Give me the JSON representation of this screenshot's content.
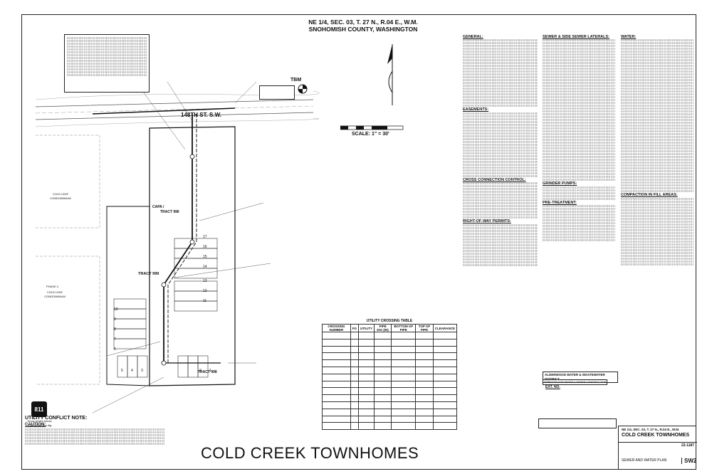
{
  "header": {
    "line1": "NE 1/4, SEC. 03, T. 27 N., R.04 E., W.M.",
    "line2": "SNOHOMISH COUNTY, WASHINGTON"
  },
  "plan": {
    "street": "148TH ST. S.W.",
    "scale": "SCALE: 1\" = 30'",
    "tbm": "TBM",
    "capa": "CAPA /",
    "tract_a": "TRACT 999",
    "tract_b": "TRACT 998",
    "tract_c": "TRACT 996",
    "lots": [
      "17",
      "16",
      "15",
      "14",
      "13",
      "12",
      "11",
      "10",
      "9",
      "8",
      "7",
      "6",
      "5",
      "4",
      "3",
      "2",
      "1"
    ],
    "phase": "PHASE 3",
    "neighbor1": "COLD LEAF CONDOMINIUM",
    "neighbor2": "COLD LEAF CONDOMINIUM"
  },
  "notes_sections": {
    "general": "GENERAL:",
    "easements": "EASEMENTS:",
    "cross": "CROSS CONNECTION CONTROL:",
    "row": "RIGHT-OF-WAY PERMITS:",
    "sewer": "SEWER & SIDE SEWER LATERALS:",
    "grinder": "GRINDER PUMPS:",
    "pretreat": "PRE-TREATMENT:",
    "water": "WATER:",
    "compaction": "COMPACTION IN FILL AREAS:"
  },
  "utility_table": {
    "title": "UTILITY CROSSING TABLE",
    "headers": [
      "CROSSING NUMBER",
      "FG",
      "UTILITY",
      "PIPE DIA (IN)",
      "BOTTOM OF PIPE",
      "TOP OF PIPE",
      "CLEARANCE"
    ],
    "row_count": 14
  },
  "conflict": {
    "title": "UTILITY CONFLICT NOTE:",
    "caution": "CAUTION:",
    "call": "Know what's below. Call before you dig.",
    "badge": "811"
  },
  "district": {
    "name": "ALDERWOOD WATER & WASTEWATER DISTRICT",
    "sub": "APPROVED FOR WATER & SEWER CONSTRUCTION",
    "ext": "EXT. NO."
  },
  "title_block": {
    "location": "NE 1/4, SEC. 03, T. 27 N., R.04 E., W.M.",
    "project": "COLD CREEK TOWNHOMES",
    "job": "22-1187",
    "sheet_title": "SEWER AND WATER PLAN",
    "sheet": "SW2"
  },
  "main_title": "COLD CREEK TOWNHOMES"
}
